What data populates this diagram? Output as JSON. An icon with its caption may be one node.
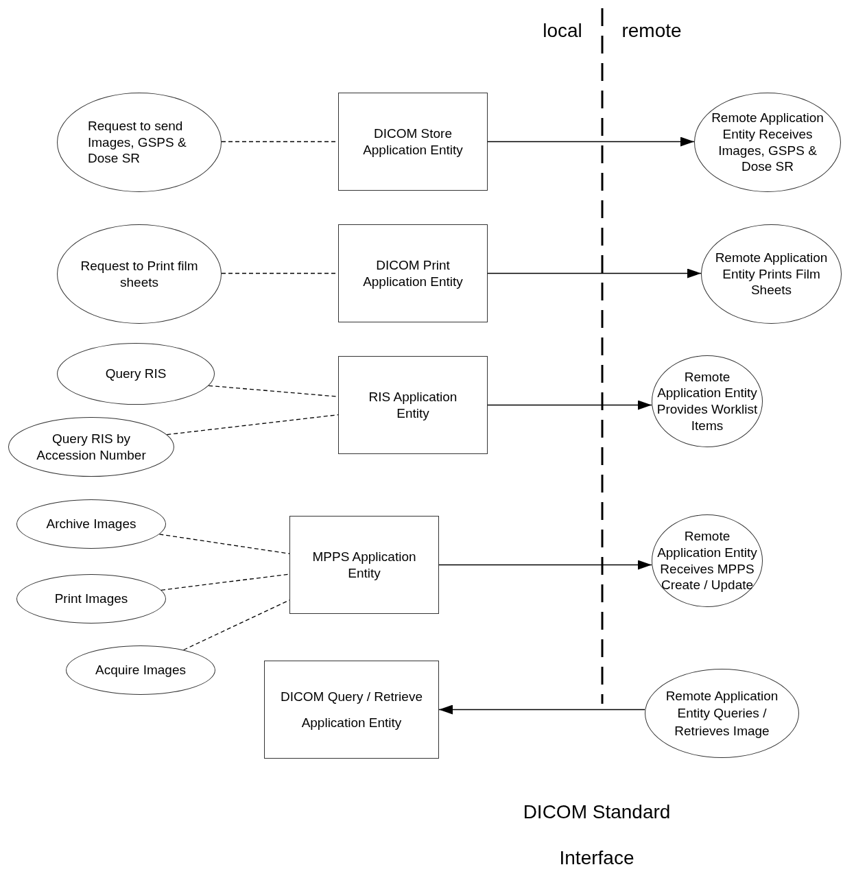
{
  "diagram": {
    "nodes": [
      {
        "text": [
          "Request to send Images, GSPS & Dose SR"
        ]
      },
      {
        "text": [
          "DICOM Store Application Entity"
        ]
      },
      {
        "text": [
          "Remote Application Entity Receives Images, GSPS & Dose SR"
        ]
      },
      {
        "text": [
          "Request to Print film sheets"
        ]
      },
      {
        "text": [
          "DICOM Print Application Entity"
        ]
      },
      {
        "text": [
          "Remote Application Entity Prints Film Sheets"
        ]
      },
      {
        "text": [
          "Query RIS"
        ]
      },
      {
        "text": [
          "Query RIS by Accession Number"
        ]
      },
      {
        "text": [
          "RIS Application Entity"
        ]
      },
      {
        "text": [
          "Remote Application Entity Provides Worklist Items"
        ]
      },
      {
        "text": [
          "Archive Images"
        ]
      },
      {
        "text": [
          "Print Images"
        ]
      },
      {
        "text": [
          "Acquire Images"
        ]
      },
      {
        "text": [
          "MPPS Application Entity"
        ]
      },
      {
        "text": [
          "Remote Application Entity Receives MPPS Create / Update"
        ]
      },
      {
        "text": [
          "DICOM Query / Retrieve Application Entity"
        ]
      },
      {
        "text": [
          "Remote Application Entity Queries / Retrieves Image"
        ]
      }
    ],
    "edges": [
      {
        "from": 0,
        "to": 1,
        "arrow": "none",
        "style": "dashed"
      },
      {
        "from": 1,
        "to": 2,
        "arrow": "to"
      },
      {
        "from": 3,
        "to": 4,
        "arrow": "none",
        "style": "dashed"
      },
      {
        "from": 4,
        "to": 5,
        "arrow": "to"
      },
      {
        "from": 6,
        "to": 8,
        "arrow": "none",
        "style": "dashed"
      },
      {
        "from": 7,
        "to": 8,
        "arrow": "none",
        "style": "dashed"
      },
      {
        "from": 8,
        "to": 9,
        "arrow": "to"
      },
      {
        "from": 10,
        "to": 13,
        "arrow": "none",
        "style": "dashed"
      },
      {
        "from": 11,
        "to": 13,
        "arrow": "none",
        "style": "dashed"
      },
      {
        "from": 12,
        "to": 13,
        "arrow": "none",
        "style": "dashed"
      },
      {
        "from": 13,
        "to": 14,
        "arrow": "to"
      },
      {
        "from": 16,
        "to": 15,
        "arrow": "to"
      }
    ],
    "labels": [
      "local",
      "remote",
      "DICOM Standard Interface"
    ]
  }
}
